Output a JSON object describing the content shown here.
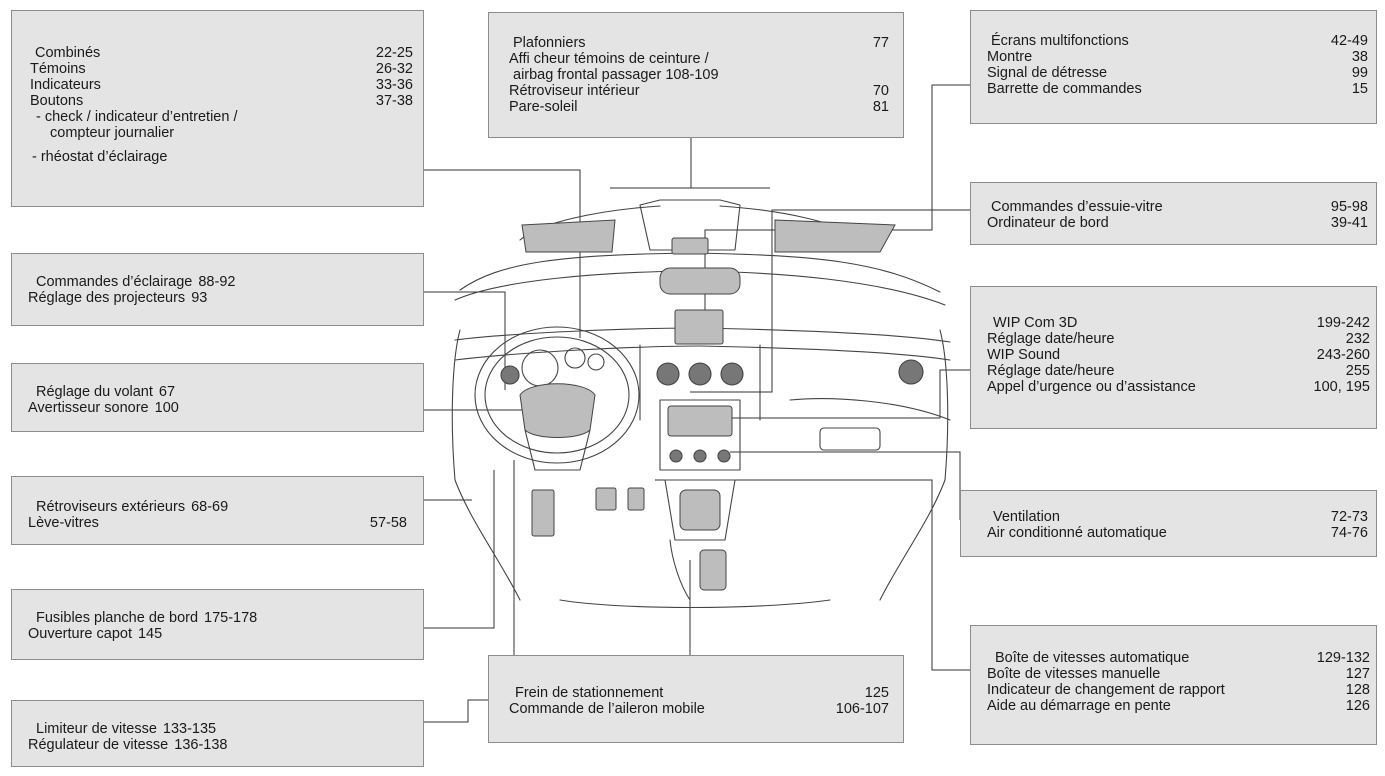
{
  "boxes": {
    "combines": {
      "rows": [
        {
          "label": "Combinés",
          "page": "22-25"
        },
        {
          "label": "Témoins",
          "page": "26-32"
        },
        {
          "label": "Indicateurs",
          "page": "33-36"
        },
        {
          "label": "Boutons",
          "page": "37-38"
        }
      ],
      "sub1_line1": "-  check / indicateur d’entretien /",
      "sub1_line2": "compteur journalier",
      "sub2": "-    rhéostat   d’éclairage"
    },
    "plafonniers": {
      "rows": [
        {
          "label": "Plafonniers",
          "page": "77"
        },
        {
          "label": "Affi cheur témoins de ceinture /",
          "page": ""
        },
        {
          "label": " airbag frontal passager  108-109",
          "page": ""
        },
        {
          "label": "Rétroviseur intérieur",
          "page": "70"
        },
        {
          "label": "Pare-soleil",
          "page": "81"
        }
      ]
    },
    "ecrans": {
      "rows": [
        {
          "label": "Écrans multifonctions",
          "page": "42-49"
        },
        {
          "label": "Montre",
          "page": "38"
        },
        {
          "label": "Signal de détresse",
          "page": "99"
        },
        {
          "label": "Barrette de commandes",
          "page": "15"
        }
      ]
    },
    "essuie": {
      "rows": [
        {
          "label": "Commandes d’essuie-vitre",
          "page": "95-98"
        },
        {
          "label": "Ordinateur de bord",
          "page": "39-41"
        }
      ]
    },
    "eclairage": {
      "rows": [
        {
          "label": "Commandes d’éclairage",
          "page": "88-92"
        },
        {
          "label": "Réglage des projecteurs",
          "page": "93"
        }
      ]
    },
    "wip": {
      "rows": [
        {
          "label": "WIP Com 3D",
          "page": "199-242"
        },
        {
          "label": "Réglage date/heure",
          "page": "232"
        },
        {
          "label": "WIP Sound",
          "page": "243-260"
        },
        {
          "label": "Réglage date/heure",
          "page": "255"
        },
        {
          "label": "Appel d’urgence ou d’assistance",
          "page": "100, 195"
        }
      ]
    },
    "volant": {
      "rows": [
        {
          "label": "Réglage du volant",
          "page": "67"
        },
        {
          "label": "Avertisseur sonore",
          "page": "100"
        }
      ]
    },
    "retro": {
      "rows": [
        {
          "label": "Rétroviseurs extérieurs",
          "page": "68-69"
        },
        {
          "label": "Lève-vitres",
          "page": "57-58"
        }
      ]
    },
    "ventilation": {
      "rows": [
        {
          "label": "Ventilation",
          "page": "72-73"
        },
        {
          "label": "Air conditionné automatique",
          "page": "74-76"
        }
      ]
    },
    "fusibles": {
      "rows": [
        {
          "label": "Fusibles planche de bord",
          "page": "175-178"
        },
        {
          "label": "Ouverture capot",
          "page": "145"
        }
      ]
    },
    "frein": {
      "rows": [
        {
          "label": "Frein de stationnement",
          "page": "125"
        },
        {
          "label": "Commande de l’aileron mobile",
          "page": "106-107"
        }
      ]
    },
    "boite": {
      "rows": [
        {
          "label": "Boîte de vitesses automatique",
          "page": "129-132"
        },
        {
          "label": "Boîte de vitesses manuelle",
          "page": "127"
        },
        {
          "label": "Indicateur de changement de rapport",
          "page": "128"
        },
        {
          "label": "Aide au démarrage en pente",
          "page": "126"
        }
      ]
    },
    "limiteur": {
      "rows": [
        {
          "label": "Limiteur de vitesse",
          "page": "133-135"
        },
        {
          "label": "Régulateur de vitesse",
          "page": "136-138"
        }
      ]
    }
  }
}
